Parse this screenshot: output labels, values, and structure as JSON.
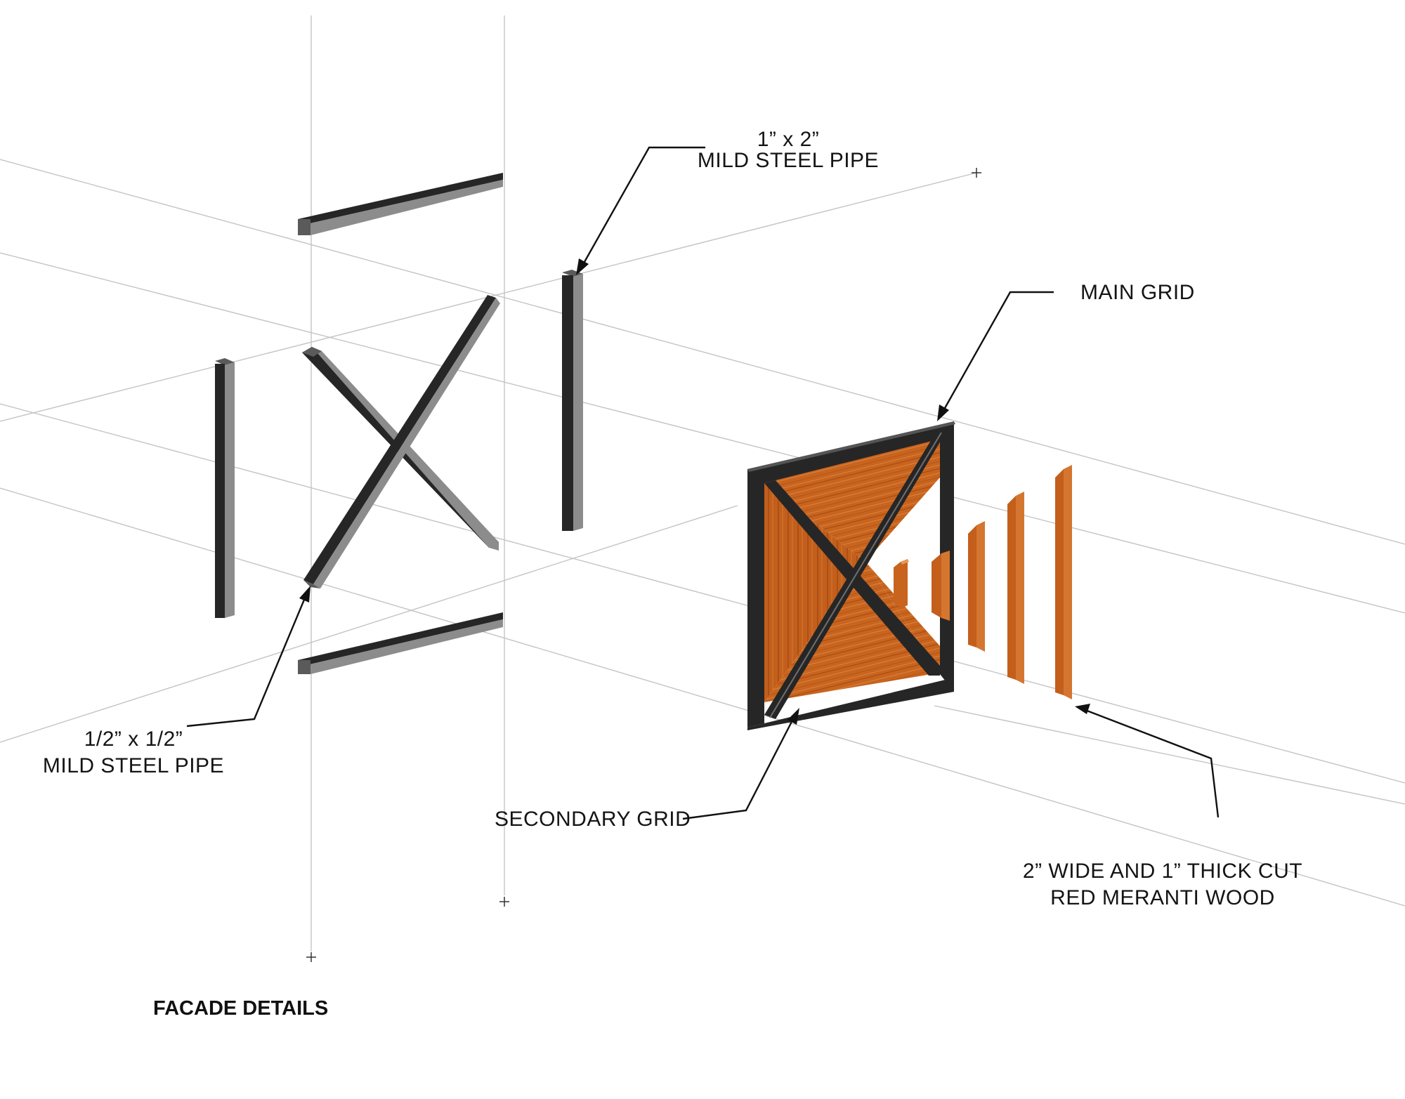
{
  "title": "FACADE DETAILS",
  "labels": {
    "pipe_large": {
      "line1": "1” x 2”",
      "line2": "MILD STEEL PIPE"
    },
    "pipe_small": {
      "line1": "1/2” x 1/2”",
      "line2": "MILD STEEL PIPE"
    },
    "main_grid": "MAIN GRID",
    "secondary_grid": "SECONDARY GRID",
    "wood": {
      "line1": "2” WIDE AND 1” THICK CUT",
      "line2": "RED MERANTI WOOD"
    }
  },
  "colors": {
    "steel_dark": "#262626",
    "steel_light": "#8c8c8c",
    "wood": "#c8641e",
    "wood_light": "#dd8a3e",
    "guide": "#c4c4c4",
    "ink": "#111111"
  }
}
